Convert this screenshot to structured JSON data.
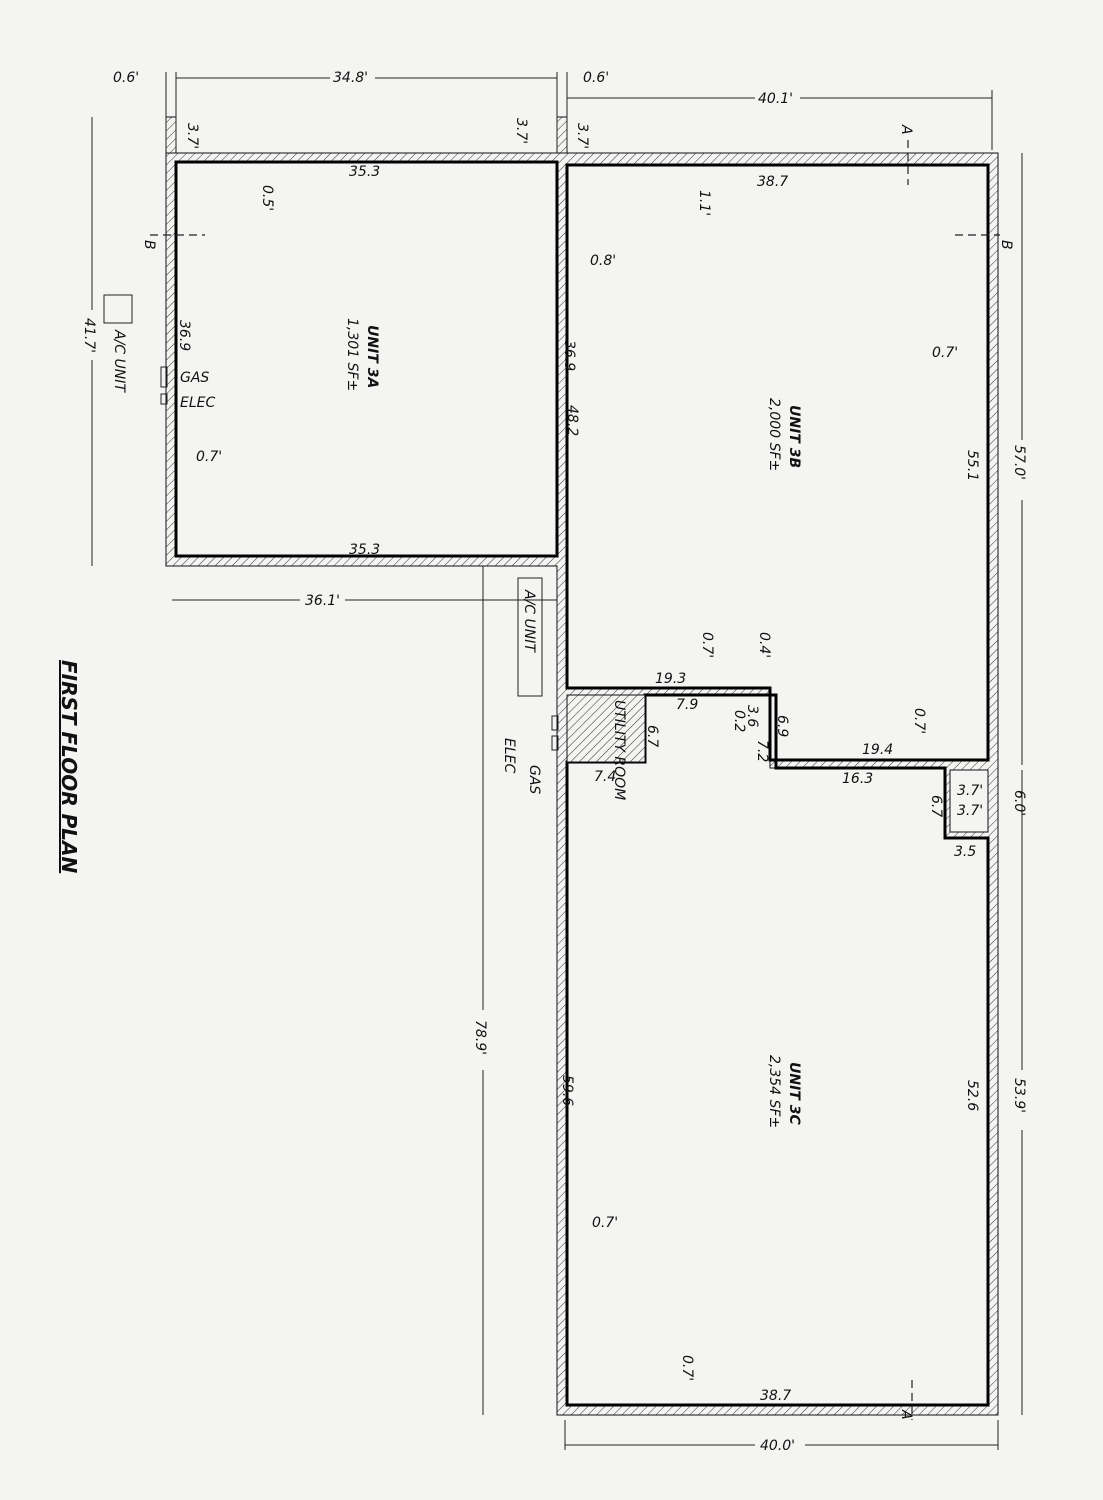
{
  "title": "FIRST FLOOR PLAN",
  "units": [
    {
      "name": "UNIT 3A",
      "area": "1,301 SF±"
    },
    {
      "name": "UNIT 3B",
      "area": "2,000 SF±"
    },
    {
      "name": "UNIT 3C",
      "area": "2,354 SF±"
    }
  ],
  "rooms": {
    "utility": "UTILITY ROOM"
  },
  "equipment": {
    "ac1": "A/C UNIT",
    "ac2": "A/C UNIT",
    "gas1": "GAS",
    "elec1": "ELEC",
    "gas2": "GAS",
    "elec2": "ELEC"
  },
  "section_markers": {
    "a_top": "A",
    "a_bottom": "A",
    "b_left": "B",
    "b_right": "B"
  },
  "dims": {
    "d0_6a": "0.6'",
    "d34_8": "34.8'",
    "d0_6b": "0.6'",
    "d40_1": "40.1'",
    "d40_0": "40.0'",
    "d3_7a": "3.7'",
    "d3_7b": "3.7'",
    "d3_7c": "3.7'",
    "d35_3a": "35.3",
    "d0_5": "0.5'",
    "d38_7a": "38.7",
    "d1_1": "1.1'",
    "d0_8": "0.8'",
    "d36_9a": "36.9",
    "d41_7": "41.7'",
    "d36_9b": "36.9",
    "d0_7a": "0.7'",
    "d48_2": "48.2",
    "d55_1": "55.1",
    "d57_0": "57.0'",
    "d0_7b": "0.7'",
    "d35_3b": "35.3",
    "d36_1": "36.1'",
    "d19_3": "19.3",
    "d0_7c": "0.7'",
    "d0_4": "0.4'",
    "d7_9": "7.9",
    "d3_6": "3.6",
    "d0_2": "0.2",
    "d6_9": "6.9",
    "d6_7a": "6.7",
    "d7_2": "7.2",
    "d0_7d": "0.7'",
    "d19_4": "19.4",
    "d16_3": "16.3",
    "d7_4": "7.4",
    "d3_7d": "3.7'",
    "d3_7e": "3.7'",
    "d6_7b": "6.7",
    "d6_0": "6.0'",
    "d3_5": "3.5",
    "d78_9": "78.9'",
    "d59_6": "59.6",
    "d52_6": "52.6",
    "d53_9": "53.9'",
    "d0_7e": "0.7'",
    "d0_7f": "0.7'",
    "d38_7b": "38.7"
  }
}
